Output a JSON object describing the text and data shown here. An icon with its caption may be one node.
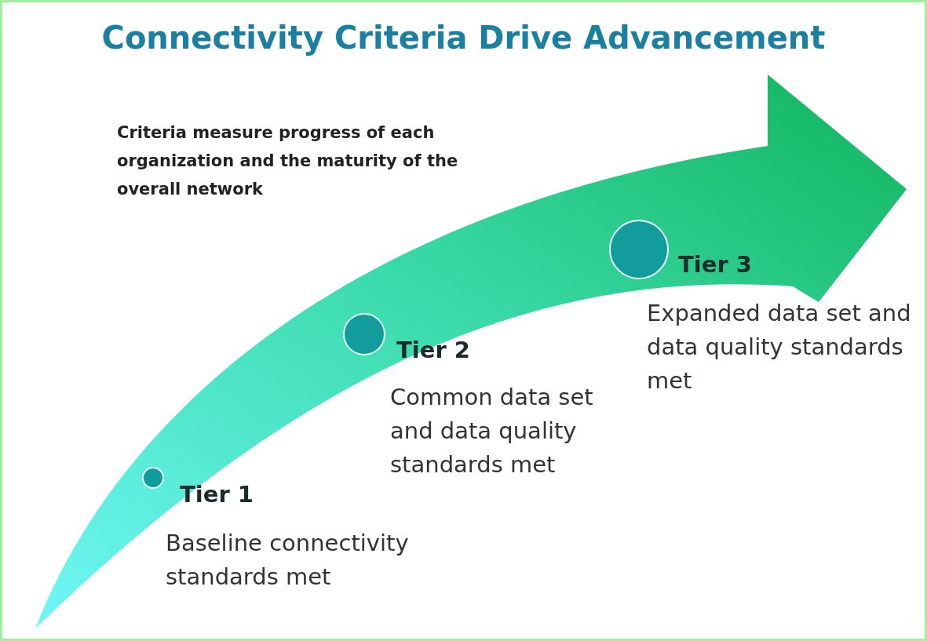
{
  "diagram": {
    "title": "Connectivity Criteria Drive Advancement",
    "nodes": [
      {
        "text": [
          "Tier 1",
          "Baseline connectivity standards met"
        ]
      },
      {
        "text": [
          "Tier 2",
          "Common data set and data quality standards met"
        ]
      },
      {
        "text": [
          "Tier 3",
          "Expanded data set and data quality standards met"
        ]
      }
    ],
    "labels": [
      "Criteria measure progress of each organization and the maturity of the overall network"
    ]
  }
}
